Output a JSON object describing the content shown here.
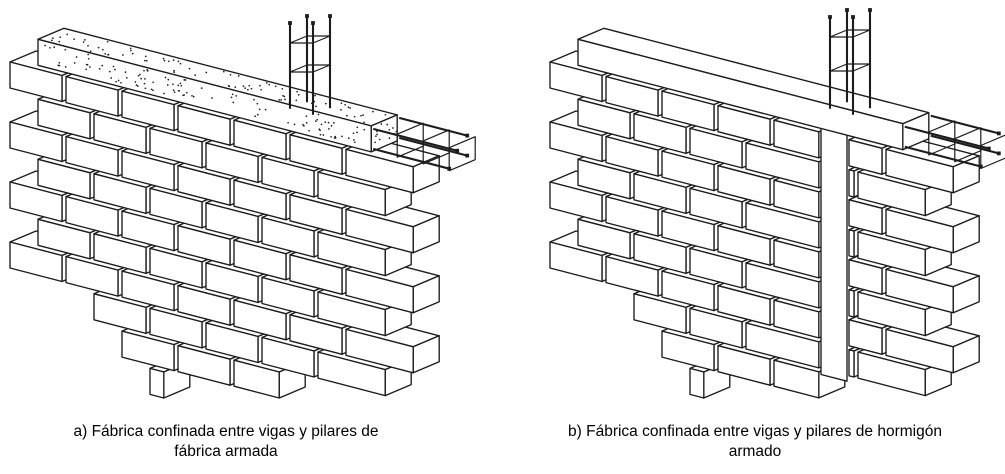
{
  "figure": {
    "background": "#ffffff",
    "ink": "#1c1c1c",
    "panels": [
      {
        "id": "a",
        "caption_line1": "a) Fábrica confinada entre vigas y pilares de",
        "caption_line2": "fábrica armada",
        "features": {
          "stippled_bond_beam": true,
          "tie_column": false,
          "brick_courses": 10,
          "vertical_rebar_bars": 4,
          "vertical_rebar_ties": 2,
          "beam_end_longitudinal_bars": 4,
          "beam_end_stirrups": 3
        }
      },
      {
        "id": "b",
        "caption_line1": "b) Fábrica confinada entre vigas y pilares de hormigón",
        "caption_line2": "armado",
        "features": {
          "stippled_bond_beam": false,
          "tie_column": true,
          "brick_courses": 10,
          "vertical_rebar_bars": 4,
          "vertical_rebar_ties": 2,
          "beam_end_longitudinal_bars": 4,
          "beam_end_stirrups": 3
        }
      }
    ]
  }
}
